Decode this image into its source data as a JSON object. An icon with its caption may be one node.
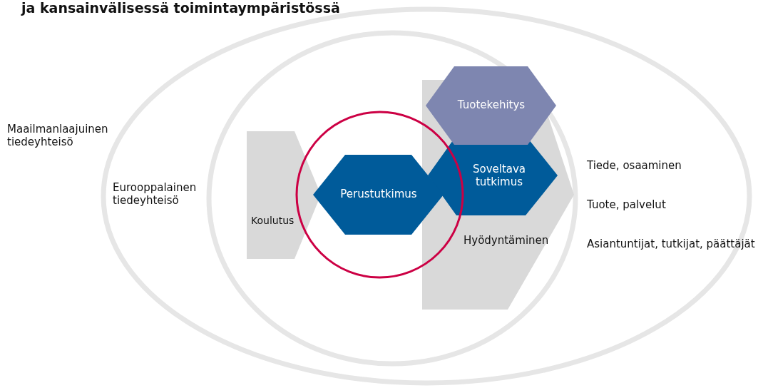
{
  "diagram": {
    "title": "ja kansainvälisessä toimintaympäristössä",
    "nodes": [
      {
        "text": [
          "Maailmanlaajuinen tiedeyhteisö"
        ]
      },
      {
        "text": [
          "Eurooppalainen tiedeyhteisö"
        ],
        "in": 0
      },
      {
        "text": [
          "Koulutus"
        ],
        "in": 1
      },
      {
        "text": [
          "Hyödyntäminen"
        ],
        "in": 1
      },
      {
        "text": [
          "Tuotekehitys"
        ],
        "in": 1
      },
      {
        "text": [
          "Soveltava tutkimus"
        ],
        "in": 3
      },
      {
        "text": [
          "Perustutkimus"
        ],
        "in": 7
      },
      {
        "text": [],
        "shape": "circle",
        "in": 1
      }
    ],
    "labels": [
      "Tiede, osaaminen",
      "Tuote, palvelut",
      "Asiantuntijat, tutkijat, päättäjät"
    ]
  }
}
